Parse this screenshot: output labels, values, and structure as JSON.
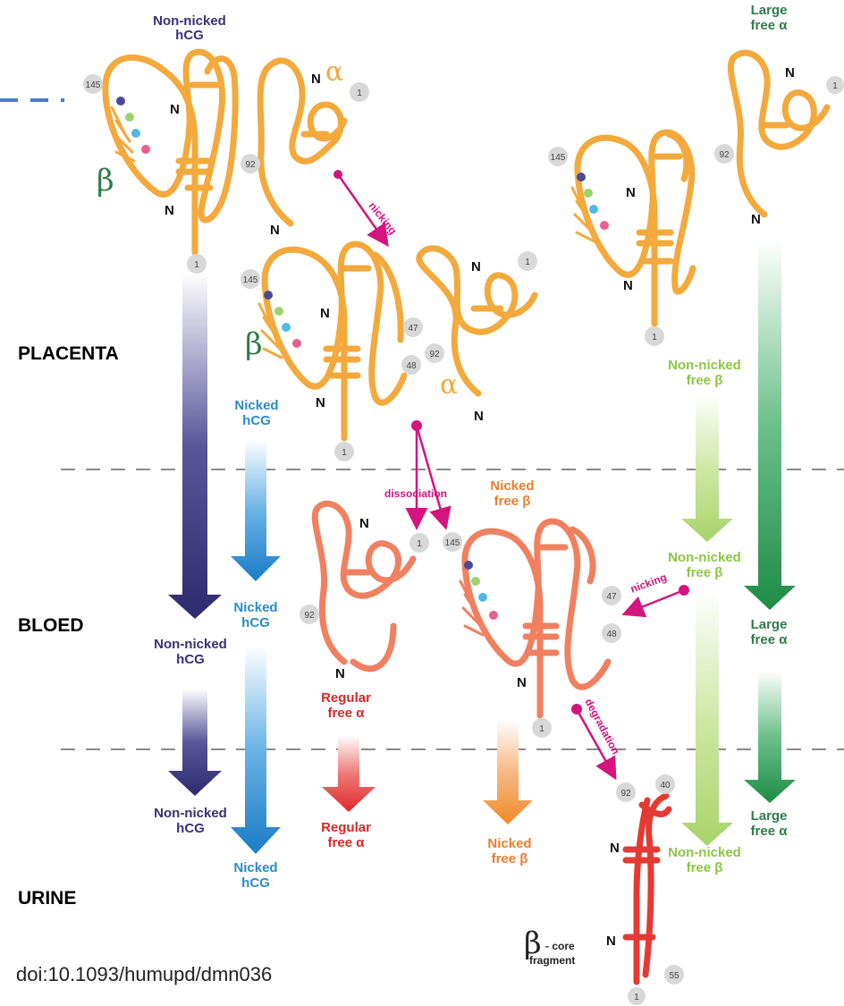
{
  "sections": {
    "placenta": "PLACENTA",
    "bloed": "BLOED",
    "urine": "URINE"
  },
  "doi": "doi:10.1093/humupd/dmn036",
  "process": {
    "nicking": "nicking",
    "dissociation": "dissociation",
    "degradation": "degradation"
  },
  "labels": {
    "nonnicked_hcg_top": [
      "Non-nicked",
      "hCG"
    ],
    "large_free_alpha_top": [
      "Large",
      "free α"
    ],
    "nicked_hcg_placenta": [
      "Nicked",
      "hCG"
    ],
    "nonnicked_free_beta_placenta": [
      "Non-nicked",
      "free β"
    ],
    "nicked_free_beta_blood": [
      "Nicked",
      "free β"
    ],
    "nonnicked_free_beta_blood": [
      "Non-nicked",
      "free β"
    ],
    "nicked_hcg_blood": [
      "Nicked",
      "hCG"
    ],
    "nonnicked_hcg_blood": [
      "Non-nicked",
      "hCG"
    ],
    "large_free_alpha_blood": [
      "Large",
      "free α"
    ],
    "regular_free_alpha_blood": [
      "Regular",
      "free α"
    ],
    "nonnicked_hcg_urine": [
      "Non-nicked",
      "hCG"
    ],
    "nicked_hcg_urine": [
      "Nicked",
      "hCG"
    ],
    "regular_free_alpha_urine": [
      "Regular",
      "free α"
    ],
    "nicked_free_beta_urine": [
      "Nicked",
      "free β"
    ],
    "large_free_alpha_urine": [
      "Large",
      "free α"
    ],
    "nonnicked_free_beta_urine": [
      "Non-nicked",
      "free β"
    ],
    "beta_core": [
      "β",
      "- core",
      "fragment"
    ]
  },
  "greek": {
    "alpha": "α",
    "beta": "β"
  },
  "n_terminus": "N",
  "residues": {
    "r1": "1",
    "r145": "145",
    "r92": "92",
    "r47": "47",
    "r48": "48",
    "r40": "40",
    "r55": "55"
  },
  "colors": {
    "hcg_orange": "#F3A93C",
    "salmon": "#F08060",
    "core_red": "#E53A33",
    "navy": "#2E2A6E",
    "blue": "#1B7CC4",
    "red_arrow": "#E0282A",
    "orange_arrow": "#F08A2A",
    "light_green": "#A8D46A",
    "dark_green": "#1E8C45",
    "magenta": "#D4147F",
    "label_navy": "#3A2E7A",
    "label_teal": "#2B8CC4",
    "label_green": "#2E7D4A",
    "label_lightgreen": "#8CC63F",
    "label_orange": "#E87E2E",
    "label_red": "#D62828",
    "dash_gray": "#8a8a8a",
    "dash_blue": "#4A7BD0"
  }
}
